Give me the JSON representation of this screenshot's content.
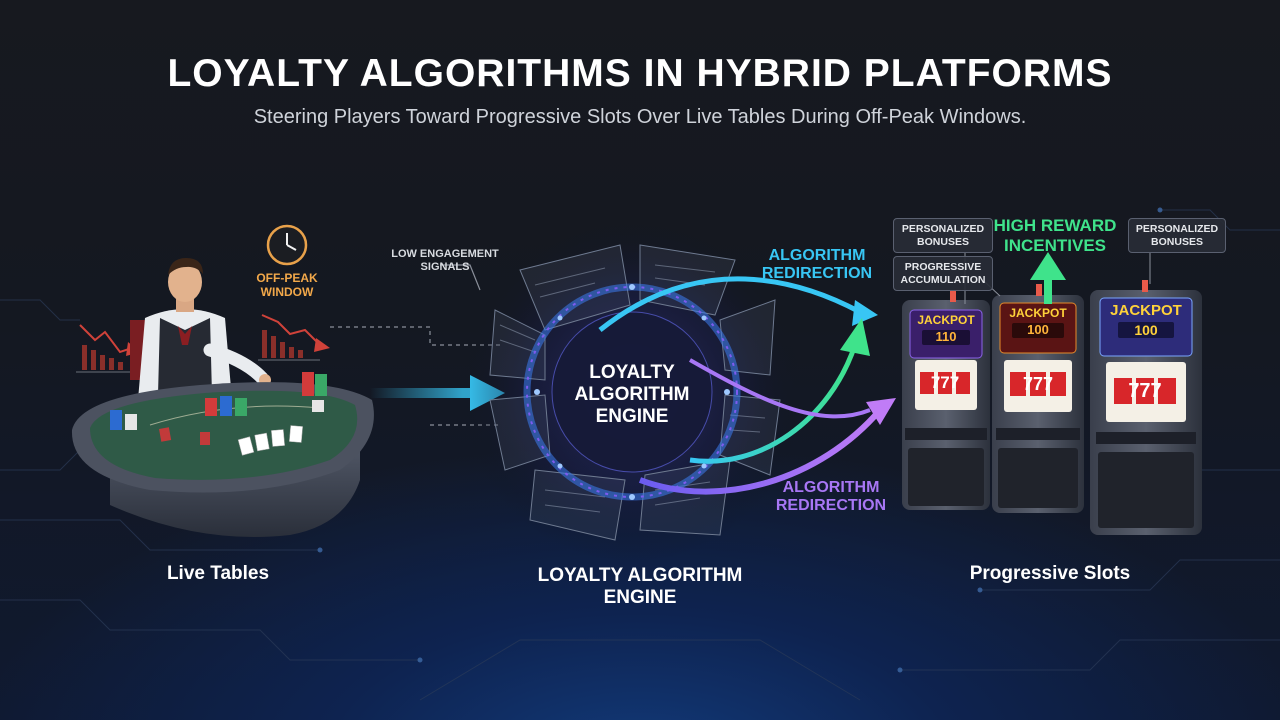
{
  "header": {
    "title": "LOYALTY ALGORITHMS IN HYBRID PLATFORMS",
    "subtitle": "Steering Players Toward Progressive Slots Over Live Tables During Off-Peak Windows."
  },
  "live_tables": {
    "label": "Live Tables",
    "off_peak_label": "OFF-PEAK WINDOW"
  },
  "engine": {
    "center_label": "LOYALTY ALGORITHM ENGINE",
    "caption": "LOYALTY ALGORITHM ENGINE",
    "signals_label": "LOW ENGAGEMENT SIGNALS"
  },
  "redirection": {
    "top_label": "ALGORITHM REDIRECTION",
    "bottom_label": "ALGORITHM REDIRECTION"
  },
  "slots": {
    "label": "Progressive Slots",
    "high_reward_label": "HIGH REWARD INCENTIVES",
    "tag_left": "PERSONALIZED BONUSES",
    "tag_right": "PERSONALIZED BONUSES",
    "tag_progressive": "PROGRESSIVE ACCUMULATION",
    "machines": [
      {
        "jackpot": "JACKPOT",
        "amount": "110",
        "reel": "777"
      },
      {
        "jackpot": "JACKPOT",
        "amount": "100",
        "reel": "777"
      },
      {
        "jackpot": "JACKPOT",
        "amount": "100",
        "reel": "777"
      }
    ]
  },
  "colors": {
    "cyan": "#38c6f4",
    "purple": "#a877f5",
    "green": "#3fe38b",
    "orange": "#f2a84a",
    "felt": "#2f5a47"
  }
}
